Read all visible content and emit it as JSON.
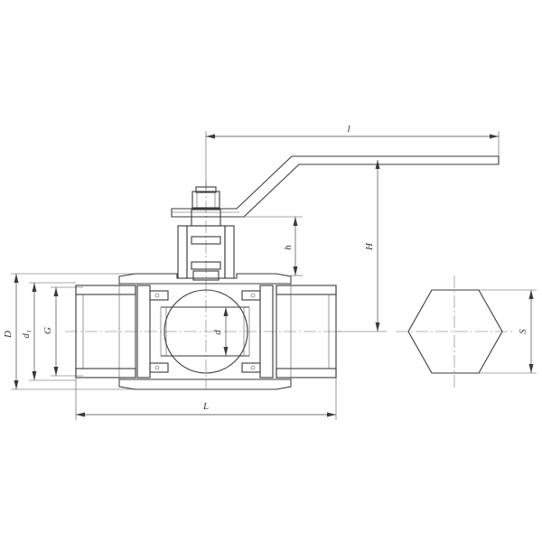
{
  "dimension_labels": {
    "handle_length": "l",
    "height_to_handle": "H",
    "stem_height": "h",
    "outer_diameter": "D",
    "body_diameter": "d₁",
    "thread": "G",
    "bore": "d",
    "body_length": "L",
    "hex_size": "S"
  }
}
